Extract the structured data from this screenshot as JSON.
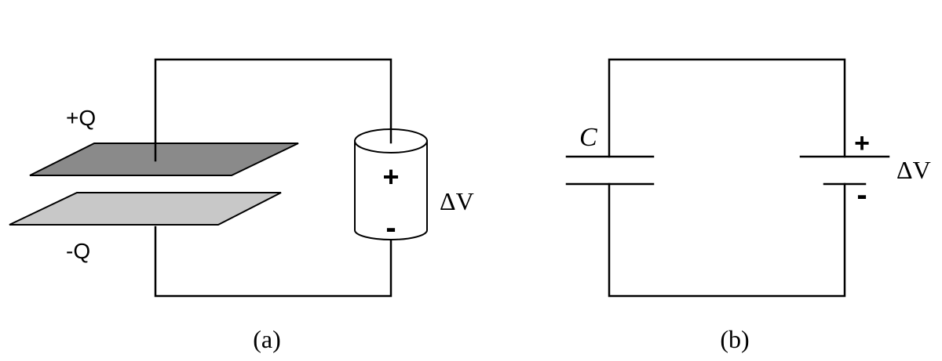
{
  "panel_a": {
    "caption": "(a)",
    "top_plate_label": "+Q",
    "bottom_plate_label": "-Q",
    "battery_plus": "+",
    "battery_minus": "-",
    "voltage_label": "ΔV"
  },
  "panel_b": {
    "caption": "(b)",
    "capacitor_label": "C",
    "battery_plus": "+",
    "battery_minus": "-",
    "voltage_label": "ΔV"
  },
  "colors": {
    "top_plate": "#8a8a8a",
    "bottom_plate": "#c8c8c8",
    "wire": "#000000"
  }
}
